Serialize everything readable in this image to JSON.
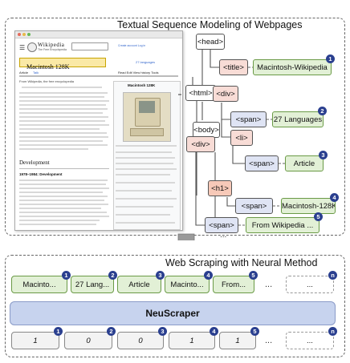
{
  "top_panel": {
    "title": "Textual Sequence Modeling of Webpages"
  },
  "bottom_panel": {
    "title": "Web Scraping with Neural Method"
  },
  "webpage": {
    "site_name": "Wikipedia",
    "site_tagline": "The Free Encyclopedia",
    "search_placeholder": "Search Wikipedia",
    "header_links": "Create account  Log in",
    "page_title": "Macintosh 128K",
    "languages": "27 languages",
    "tab_article": "Article",
    "tab_talk": "Talk",
    "view_tabs": "Read  Edit  View history  Tools",
    "from_wiki": "From Wikipedia, the free encyclopedia",
    "infobox_title": "Macintosh 128K",
    "section_development": "Development",
    "section_1978": "1978–1984: Development"
  },
  "tree": {
    "head": "<head>",
    "html": "<html>",
    "body": "<body>",
    "title": "<title>",
    "div1": "<div>",
    "span1": "<span>",
    "li": "<li>",
    "span2": "<span>",
    "div2": "<div>",
    "h1": "<h1>",
    "span3": "<span>",
    "span4": "<span>",
    "ellipsis": "..."
  },
  "extracted": [
    {
      "text": "Macintosh-Wikipedia",
      "badge": "1"
    },
    {
      "text": "27 Languages",
      "badge": "2"
    },
    {
      "text": "Article",
      "badge": "3"
    },
    {
      "text": "Macintosh-128K",
      "badge": "4"
    },
    {
      "text": "From Wikipedia ...",
      "badge": "5"
    }
  ],
  "inputs": [
    {
      "text": "Macinto...",
      "badge": "1"
    },
    {
      "text": "27 Lang...",
      "badge": "2"
    },
    {
      "text": "Article",
      "badge": "3"
    },
    {
      "text": "Macinto...",
      "badge": "4"
    },
    {
      "text": "From...",
      "badge": "5"
    },
    {
      "text": "...",
      "badge": ""
    },
    {
      "text": "...",
      "badge": "n"
    }
  ],
  "model": {
    "name": "NeuScraper"
  },
  "labels": [
    {
      "text": "1",
      "badge": "1"
    },
    {
      "text": "0",
      "badge": "2"
    },
    {
      "text": "0",
      "badge": "3"
    },
    {
      "text": "1",
      "badge": "4"
    },
    {
      "text": "1",
      "badge": "5"
    },
    {
      "text": "...",
      "badge": ""
    },
    {
      "text": "...",
      "badge": "n"
    }
  ],
  "colors": {
    "badge": "#2a3f8f",
    "value_fill": "#e2f0d6",
    "value_border": "#6a9a46",
    "tag_pink": "#f8dcd6",
    "tag_blue": "#dfe4f4",
    "model_fill": "#c7d3ee"
  }
}
